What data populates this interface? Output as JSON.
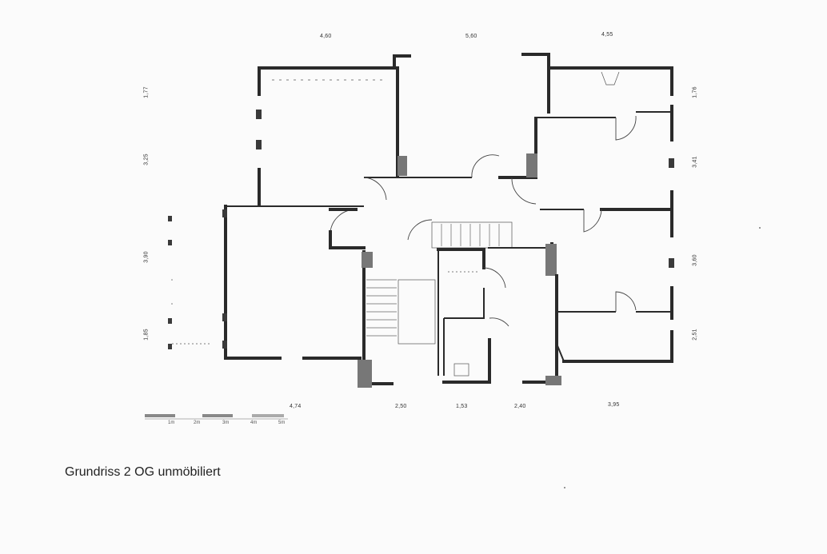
{
  "caption": "Grundriss 2 OG unmöbiliert",
  "dimensions": {
    "top": [
      "4,60",
      "5,60",
      "4,55"
    ],
    "bottom": [
      "4,74",
      "2,50",
      "1,53",
      "2,40",
      "3,95"
    ],
    "left": [
      "1,77",
      "3,25",
      "3,90",
      "1,85"
    ],
    "right": [
      "1,76",
      "3,41",
      "3,60",
      "2,51"
    ]
  },
  "scale_bar": {
    "labels": [
      "1m",
      "2m",
      "3m",
      "4m",
      "5m"
    ]
  }
}
